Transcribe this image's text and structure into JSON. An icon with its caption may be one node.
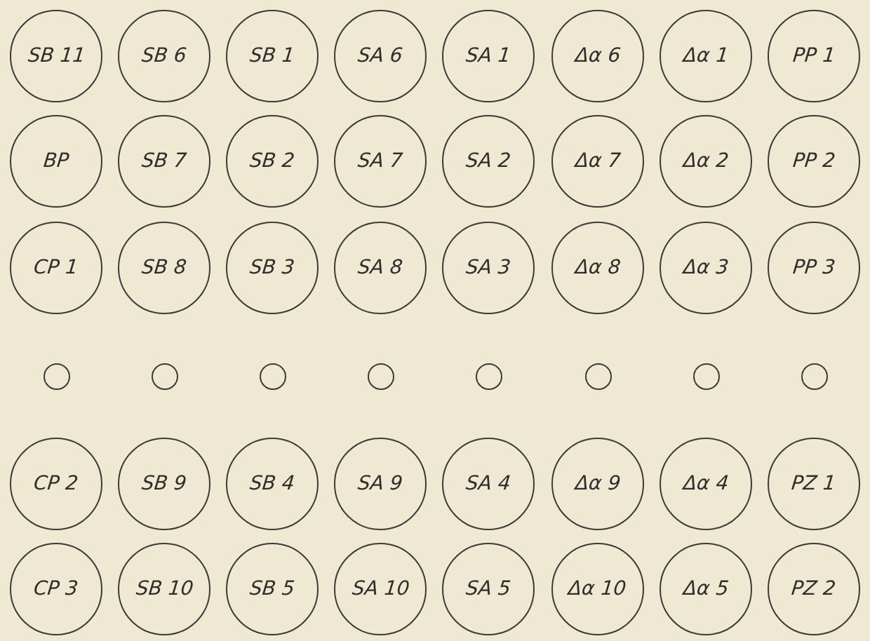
{
  "diagram": {
    "nodes": [
      {
        "text": [
          "SB 11"
        ]
      },
      {
        "text": [
          "SB 6"
        ]
      },
      {
        "text": [
          "SB 1"
        ]
      },
      {
        "text": [
          "SA 6"
        ]
      },
      {
        "text": [
          "SA 1"
        ]
      },
      {
        "text": [
          "Δα 6"
        ]
      },
      {
        "text": [
          "Δα 1"
        ]
      },
      {
        "text": [
          "PP 1"
        ]
      },
      {
        "text": [
          "BP"
        ]
      },
      {
        "text": [
          "SB 7"
        ]
      },
      {
        "text": [
          "SB 2"
        ]
      },
      {
        "text": [
          "SA 7"
        ]
      },
      {
        "text": [
          "SA 2"
        ]
      },
      {
        "text": [
          "Δα 7"
        ]
      },
      {
        "text": [
          "Δα 2"
        ]
      },
      {
        "text": [
          "PP 2"
        ]
      },
      {
        "text": [
          "CP 1"
        ]
      },
      {
        "text": [
          "SB 8"
        ]
      },
      {
        "text": [
          "SB 3"
        ]
      },
      {
        "text": [
          "SA 8"
        ]
      },
      {
        "text": [
          "SA 3"
        ]
      },
      {
        "text": [
          "Δα 8"
        ]
      },
      {
        "text": [
          "Δα 3"
        ]
      },
      {
        "text": [
          "PP 3"
        ]
      },
      {
        "text": [],
        "shape": "circle"
      },
      {
        "text": [],
        "shape": "circle"
      },
      {
        "text": [],
        "shape": "circle"
      },
      {
        "text": [],
        "shape": "circle"
      },
      {
        "text": [],
        "shape": "circle"
      },
      {
        "text": [],
        "shape": "circle"
      },
      {
        "text": [],
        "shape": "circle"
      },
      {
        "text": [],
        "shape": "circle"
      },
      {
        "text": [
          "CP 2"
        ]
      },
      {
        "text": [
          "SB 9"
        ]
      },
      {
        "text": [
          "SB 4"
        ]
      },
      {
        "text": [
          "SA 9"
        ]
      },
      {
        "text": [
          "SA 4"
        ]
      },
      {
        "text": [
          "Δα 9"
        ]
      },
      {
        "text": [
          "Δα 4"
        ]
      },
      {
        "text": [
          "PZ 1"
        ]
      },
      {
        "text": [
          "CP 3"
        ]
      },
      {
        "text": [
          "SB 10"
        ]
      },
      {
        "text": [
          "SB 5"
        ]
      },
      {
        "text": [
          "SA 10"
        ]
      },
      {
        "text": [
          "SA 5"
        ]
      },
      {
        "text": [
          "Δα 10"
        ]
      },
      {
        "text": [
          "Δα 5"
        ]
      },
      {
        "text": [
          "PZ 2"
        ]
      }
    ]
  }
}
